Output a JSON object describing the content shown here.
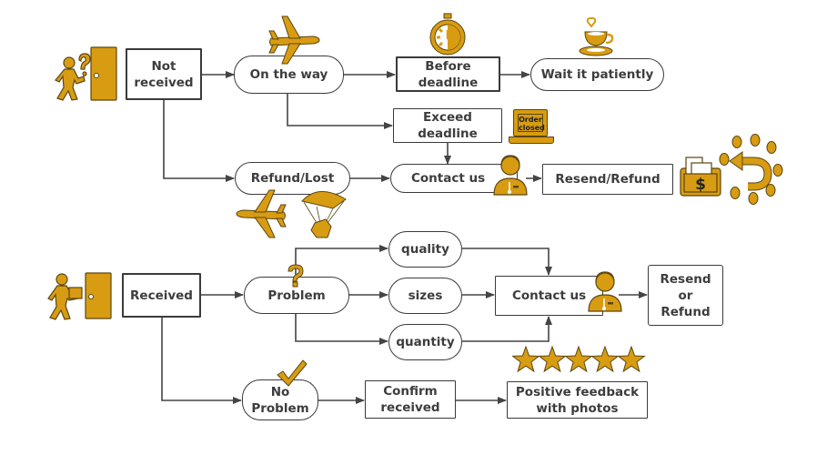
{
  "colors": {
    "accent": "#D89C12",
    "outline": "#5a4612",
    "line": "#444444",
    "text": "#3d3d3d"
  },
  "not_received_flow": {
    "start_icon": "person-at-door-question-icon",
    "not_received": "Not\nreceived",
    "on_the_way": "On the way",
    "on_the_way_icon": "airplane-icon",
    "before_deadline": "Before\ndeadline",
    "before_deadline_icon": "stopwatch-icon",
    "wait_patiently": "Wait it patiently",
    "wait_icon": "coffee-cup-icon",
    "exceed_deadline": "Exceed\ndeadline",
    "laptop_screen_text": "Order\nclosed",
    "refund_lost": "Refund/Lost",
    "contact_us": "Contact us",
    "contact_icon": "customer-service-agent-icon",
    "resend_refund": "Resend/Refund",
    "refund_icon": "wallet-dollar-icon",
    "dollar_sign": "$"
  },
  "received_flow": {
    "start_icon": "person-delivering-package-icon",
    "received": "Received",
    "problem": "Problem",
    "problem_icon": "question-mark-icon",
    "quality": "quality",
    "sizes": "sizes",
    "quantity": "quantity",
    "contact_us": "Contact us",
    "resend_or_refund": "Resend\nor\nRefund",
    "no_problem": "No\nProblem",
    "no_problem_icon": "checkmark-icon",
    "confirm_received": "Confirm\nreceived",
    "positive_feedback": "Positive feedback\nwith photos",
    "rating_stars": 5
  }
}
